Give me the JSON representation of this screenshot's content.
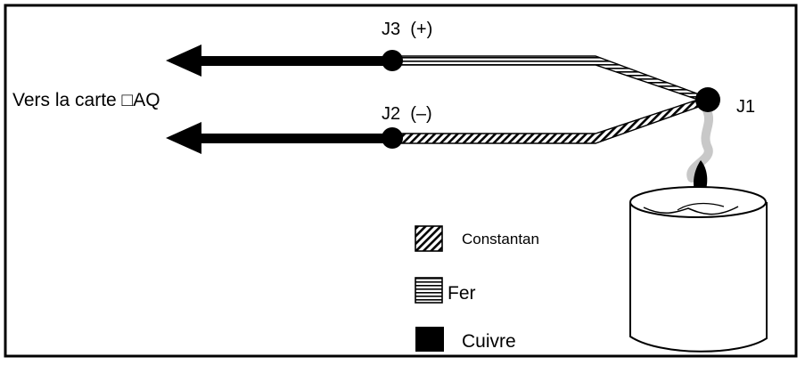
{
  "labels": {
    "destination": "Vers la carte □AQ",
    "j3": "J3  (+)",
    "j2": "J2  (–)",
    "j1": "J1"
  },
  "legend": {
    "items": [
      {
        "name": "constantan",
        "label": "Constantan"
      },
      {
        "name": "fer",
        "label": "Fer"
      },
      {
        "name": "cuivre",
        "label": "Cuivre"
      }
    ]
  },
  "colors": {
    "wire_copper": "#000000",
    "frame": "#000000",
    "background": "#ffffff",
    "smoke": "#c8c8c8"
  }
}
